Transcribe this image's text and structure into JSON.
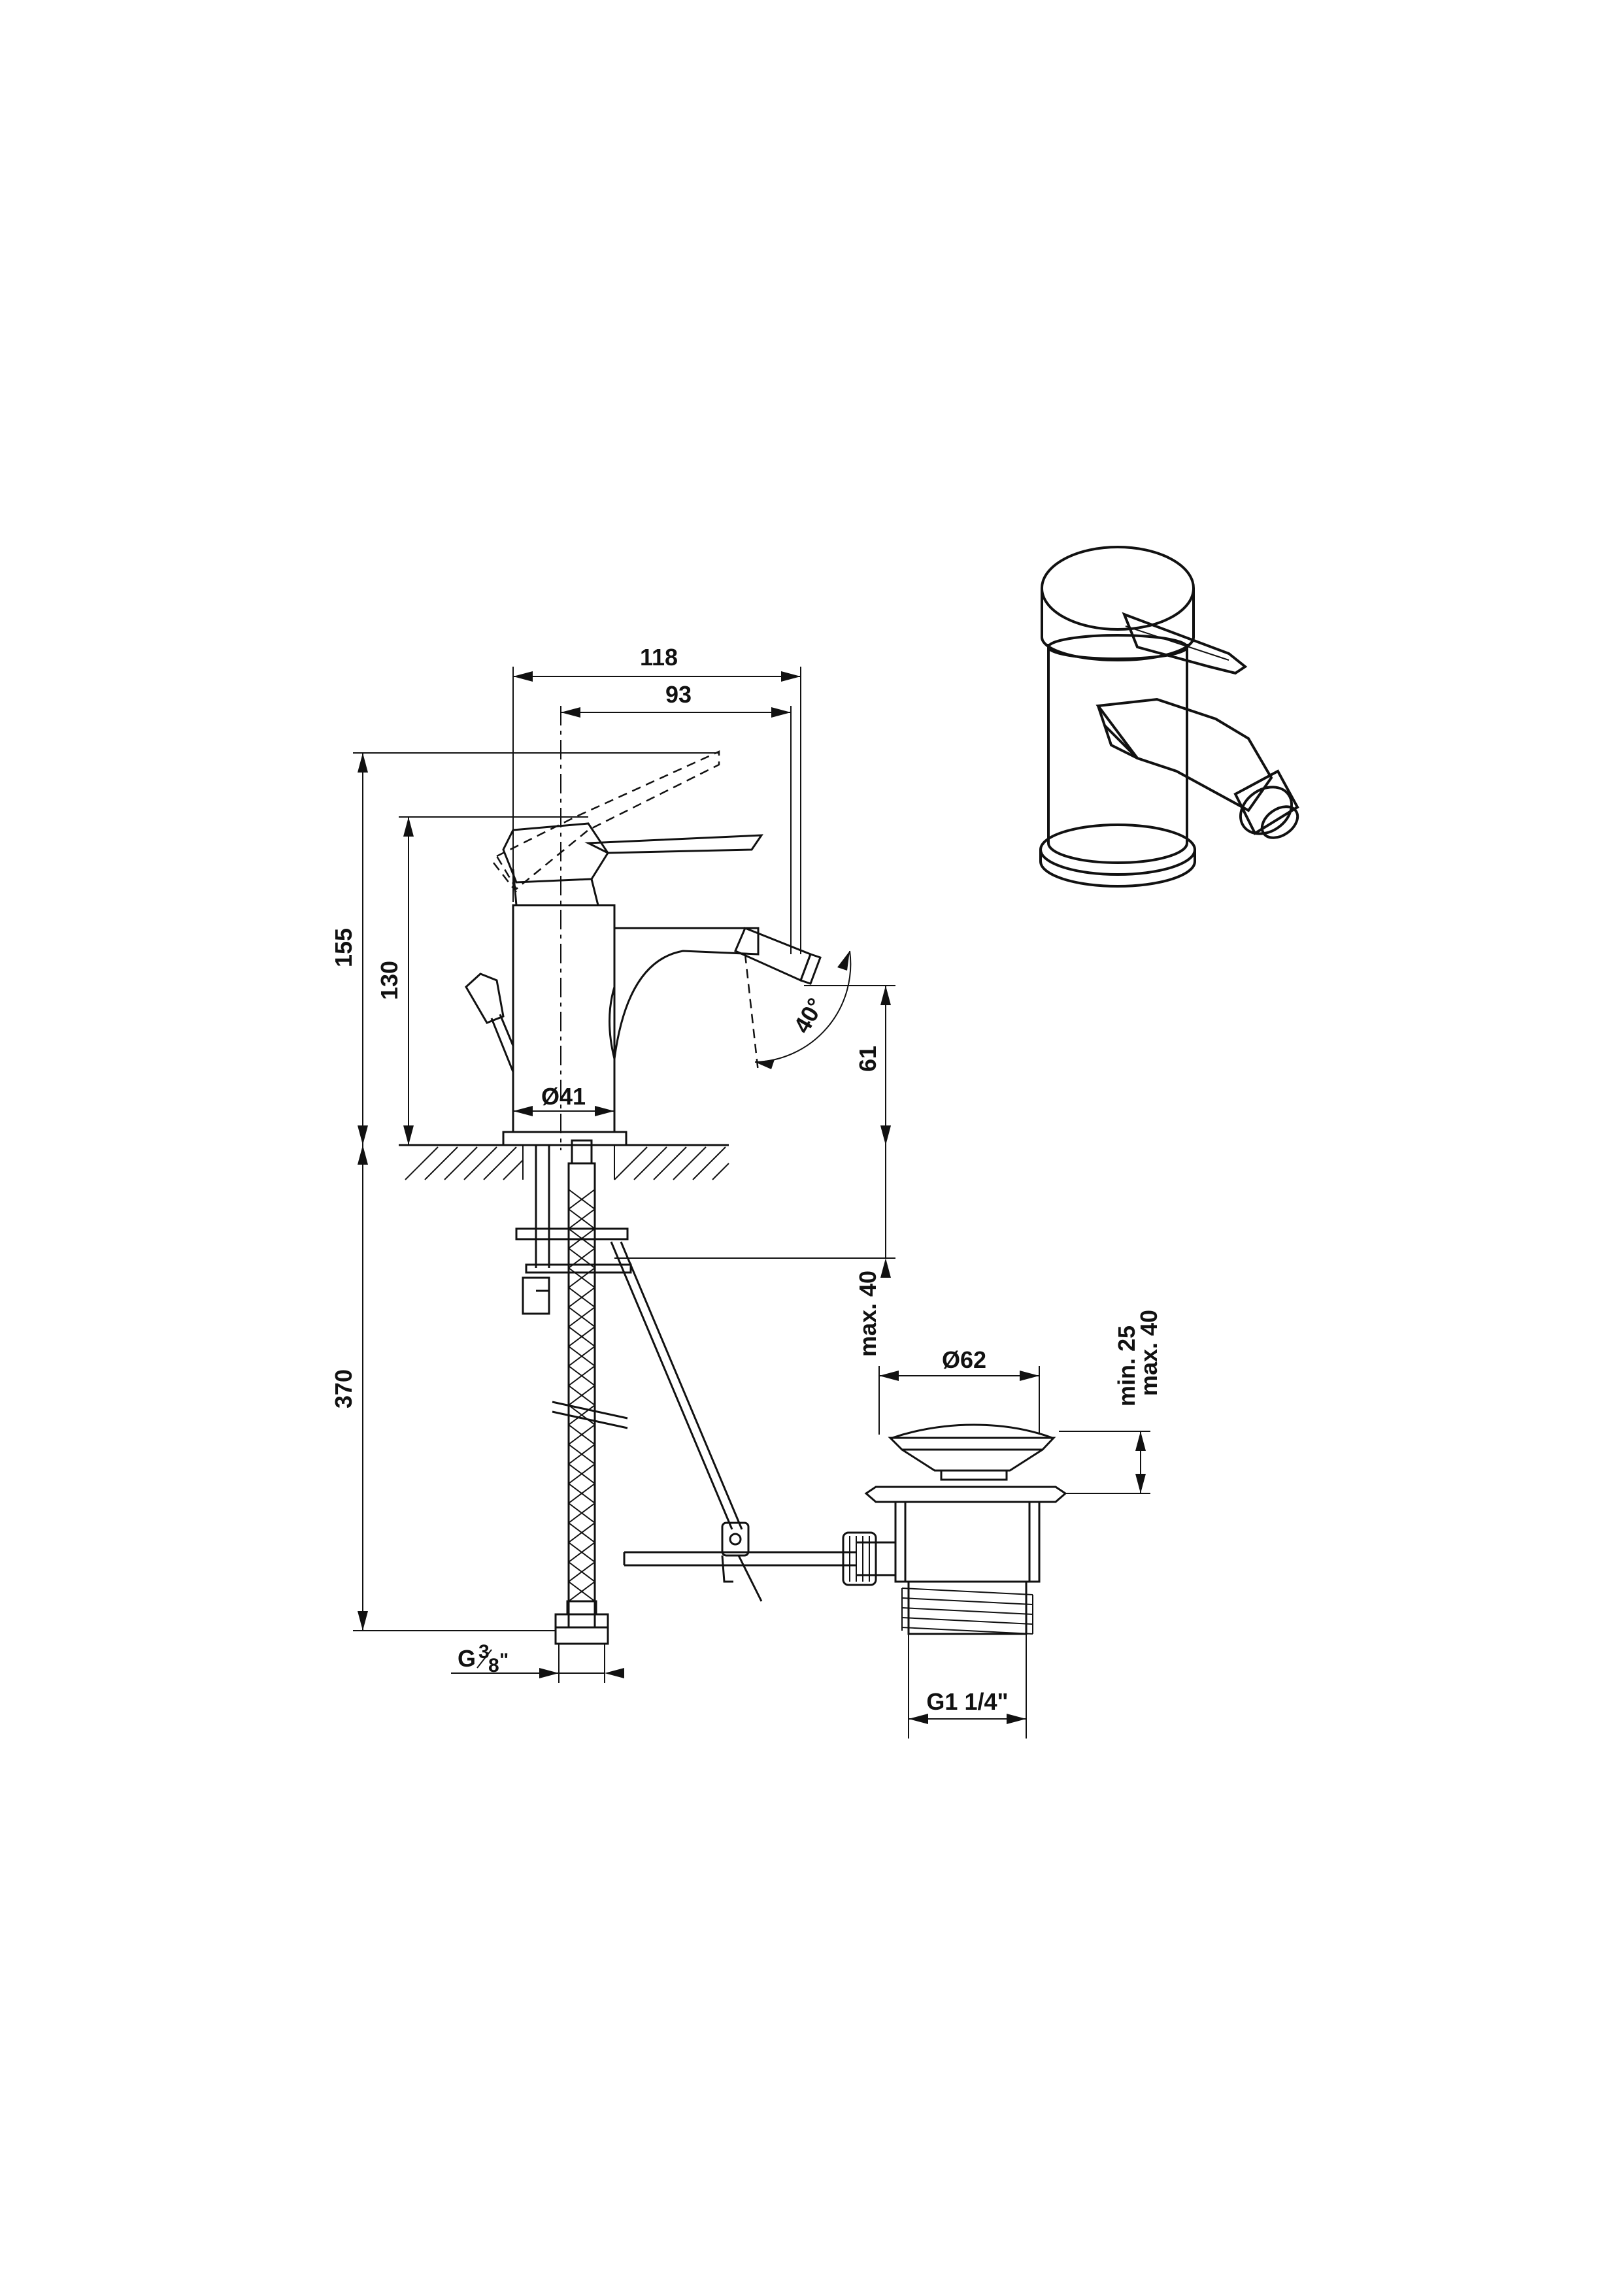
{
  "dimensions": {
    "width_total": "118",
    "width_spout": "93",
    "height_total": "155",
    "height_body": "130",
    "spout_height": "61",
    "spout_angle": "40°",
    "base_diameter": "Ø41",
    "deck_thickness": "max. 40",
    "under_deck_length": "370",
    "inlet_thread": "G",
    "inlet_thread_fraction_num": "3",
    "inlet_thread_fraction_den": "8",
    "inlet_thread_inch": "\"",
    "waste_diameter": "Ø62",
    "waste_deck_min": "min. 25",
    "waste_deck_max": "max. 40",
    "waste_thread": "G1 1/4\""
  },
  "colors": {
    "line": "#111111",
    "background": "#ffffff"
  }
}
